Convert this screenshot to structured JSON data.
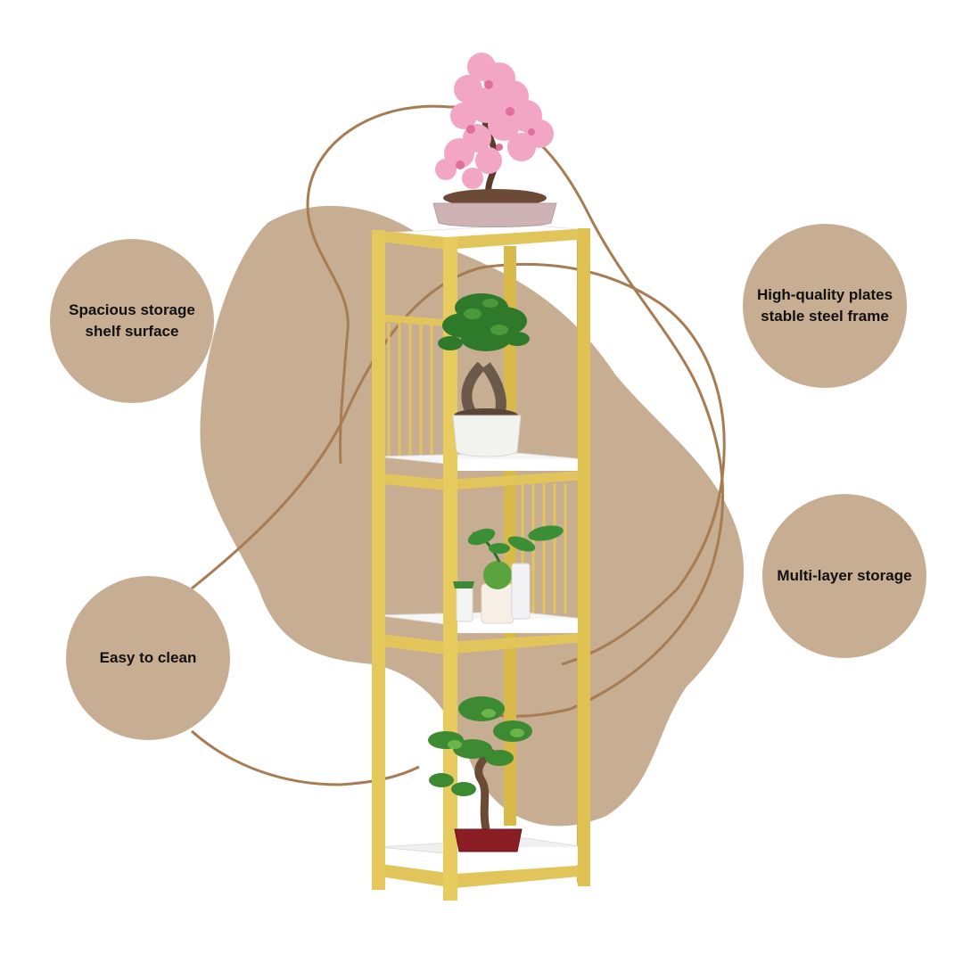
{
  "colors": {
    "background": "#ffffff",
    "blob": "#c7ad92",
    "circle": "#c7ad92",
    "outline": "#a77c52",
    "frame": "#e2c55a",
    "frame_dark": "#c9a93d",
    "shelf": "#ffffff",
    "text": "#111111"
  },
  "features": {
    "spacious": {
      "line1": "Spacious storage",
      "line2": "shelf surface"
    },
    "quality": {
      "line1": "High-quality plates",
      "line2": "stable steel frame"
    },
    "multi": {
      "line1": "Multi-layer storage"
    },
    "clean": {
      "line1": "Easy to clean"
    }
  },
  "product": {
    "type": "4-tier plant stand",
    "plants": [
      "pink-flowering-bonsai",
      "ficus-bonsai",
      "pothos-and-succulents",
      "juniper-bonsai"
    ]
  }
}
